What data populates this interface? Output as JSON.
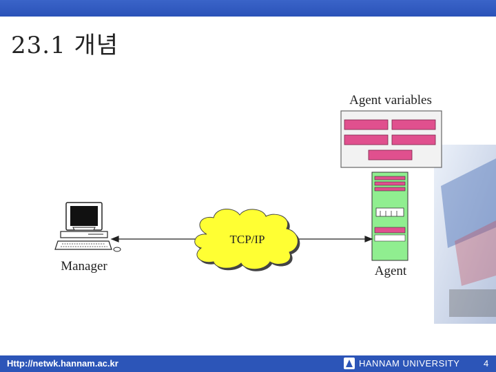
{
  "slide": {
    "title": "23.1 개념",
    "footer_url": "Http://netwk.hannam.ac.kr",
    "footer_university": "HANNAM UNIVERSITY",
    "page_number": "4"
  },
  "diagram": {
    "agent_variables_label": "Agent variables",
    "network_label": "TCP/IP",
    "manager_label": "Manager",
    "agent_label": "Agent"
  },
  "colors": {
    "header_bar": "#2a52b8",
    "footer_bar": "#2c55b8",
    "variable_box": "#e0508e",
    "cloud": "#ffff33",
    "agent_body": "#90ee90"
  }
}
